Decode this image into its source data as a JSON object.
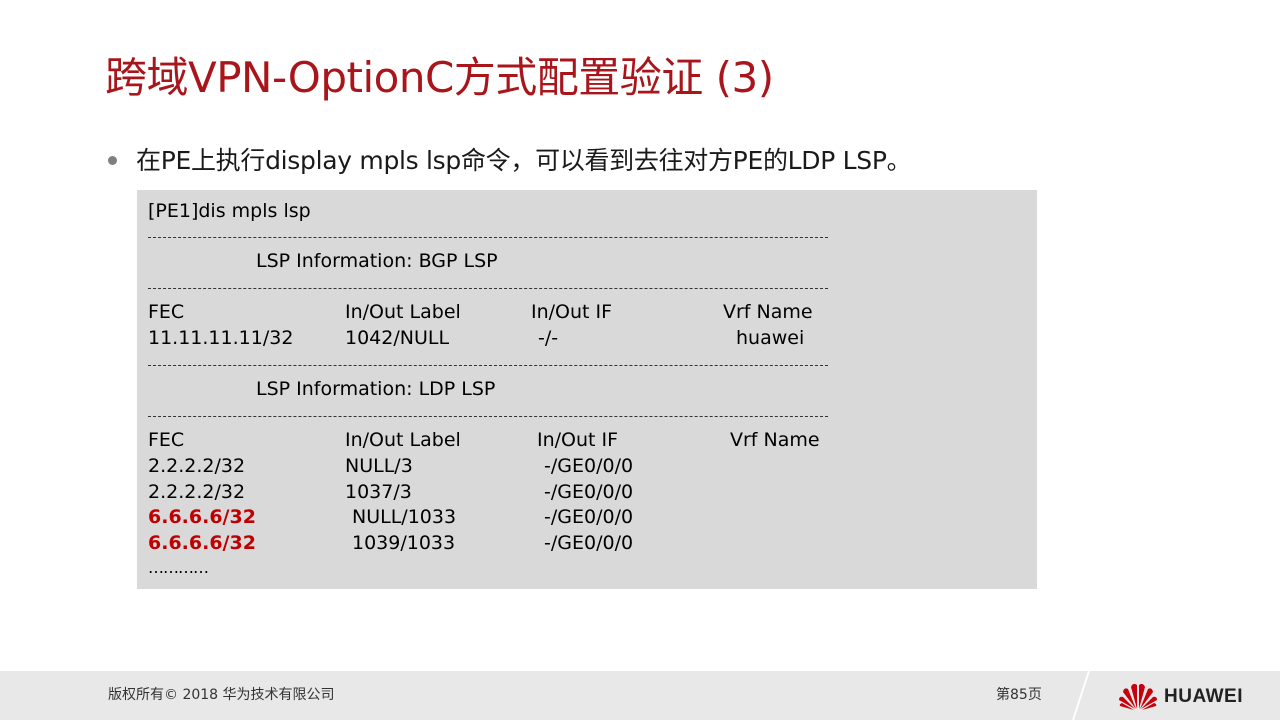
{
  "slide": {
    "title": "跨域VPN-OptionC方式配置验证 (3)",
    "bullet": "在PE上执行display mpls lsp命令，可以看到去往对方PE的LDP  LSP。"
  },
  "code": {
    "command": "[PE1]dis mpls lsp",
    "bgp_heading": "LSP Information: BGP  LSP",
    "ldp_heading": "LSP Information: LDP LSP",
    "bgp_columns": [
      "FEC",
      "In/Out Label",
      "In/Out IF",
      "Vrf Name"
    ],
    "bgp_rows": [
      [
        "11.11.11.11/32",
        "1042/NULL",
        "-/-",
        "huawei"
      ]
    ],
    "ldp_columns": [
      "FEC",
      "In/Out Label",
      "In/Out IF",
      "Vrf Name"
    ],
    "ldp_rows": [
      [
        "2.2.2.2/32",
        "NULL/3",
        "-/GE0/0/0"
      ],
      [
        "2.2.2.2/32",
        "1037/3",
        "-/GE0/0/0"
      ],
      [
        "6.6.6.6/32",
        "NULL/1033",
        "-/GE0/0/0"
      ],
      [
        "6.6.6.6/32",
        "1039/1033",
        "-/GE0/0/0"
      ]
    ],
    "ellipsis": "…………"
  },
  "footer": {
    "copyright": "版权所有© 2018 华为技术有限公司",
    "page": "第85页",
    "brand": "HUAWEI"
  },
  "colors": {
    "title": "#a8161c",
    "highlight": "#c00000",
    "code_background": "#d9d9d9",
    "footer_background": "#e8e8e8",
    "logo_red": "#c7000b"
  }
}
